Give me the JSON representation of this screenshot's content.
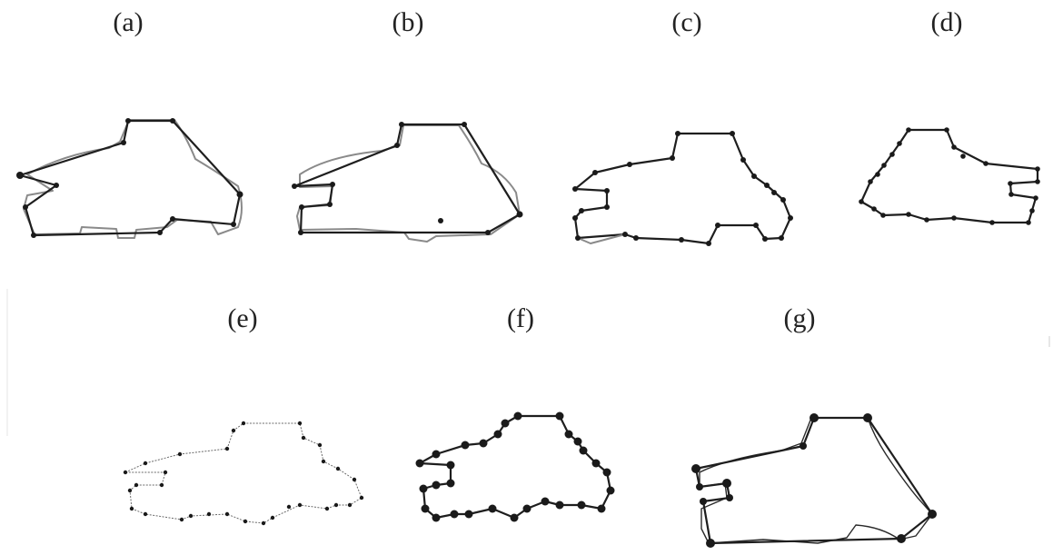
{
  "panels": [
    {
      "id": "a",
      "label": "(a)"
    },
    {
      "id": "b",
      "label": "(b)"
    },
    {
      "id": "c",
      "label": "(c)"
    },
    {
      "id": "d",
      "label": "(d)"
    },
    {
      "id": "e",
      "label": "(e)"
    },
    {
      "id": "f",
      "label": "(f)"
    },
    {
      "id": "g",
      "label": "(g)"
    }
  ],
  "colors": {
    "background": "#ffffff",
    "outline": "#1e1e1e",
    "reference": "#8a8a8a",
    "vertex": "#1a1a1a"
  }
}
